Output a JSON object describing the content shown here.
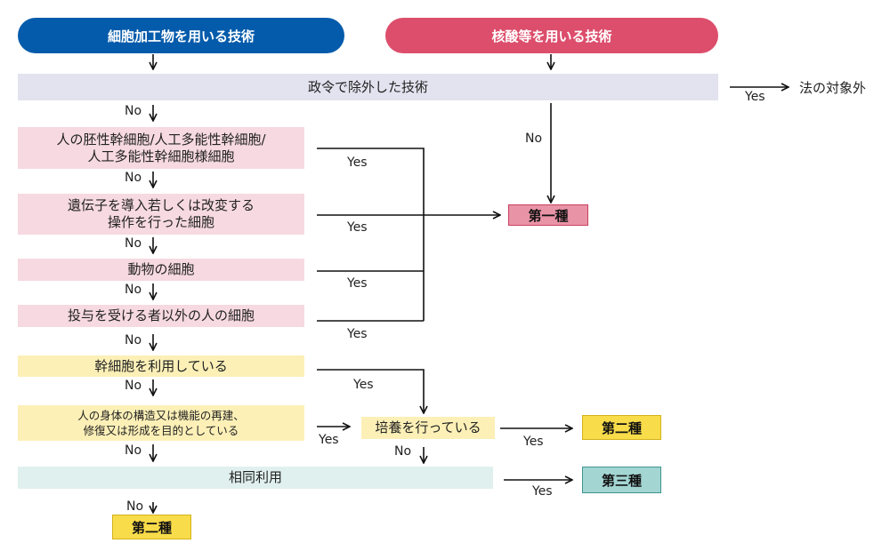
{
  "headers": {
    "cell_tech": "細胞加工物を用いる技術",
    "nucleic_tech": "核酸等を用いる技術"
  },
  "colors": {
    "cell_header": "#045bab",
    "nucleic_header": "#dc4e6c",
    "pink_band": "#f6d9e1",
    "yellow_band": "#fcf0b7",
    "gray_band": "#e3e2ef",
    "teal_band": "#e0f0ef",
    "class1": "#e993a6",
    "class2": "#f8dc4a",
    "class3": "#a3d6d3"
  },
  "steps": {
    "excluded": "政令で除外した技術",
    "embryonic_line1": "人の胚性幹細胞/人工多能性幹細胞/",
    "embryonic_line2": "人工多能性幹細胞様細胞",
    "gene_line1": "遺伝子を導入若しくは改変する",
    "gene_line2": "操作を行った細胞",
    "animal": "動物の細胞",
    "other_human": "投与を受ける者以外の人の細胞",
    "stem_cell": "幹細胞を利用している",
    "reconstruct_line1": "人の身体の構造又は機能の再建、",
    "reconstruct_line2": "修復又は形成を目的としている",
    "culture": "培養を行っている",
    "homologous": "相同利用"
  },
  "outcomes": {
    "out_of_scope": "法の対象外",
    "class1": "第一種",
    "class2": "第二種",
    "class2_bottom": "第二種",
    "class3": "第三種"
  },
  "labels": {
    "yes": "Yes",
    "no": "No"
  }
}
